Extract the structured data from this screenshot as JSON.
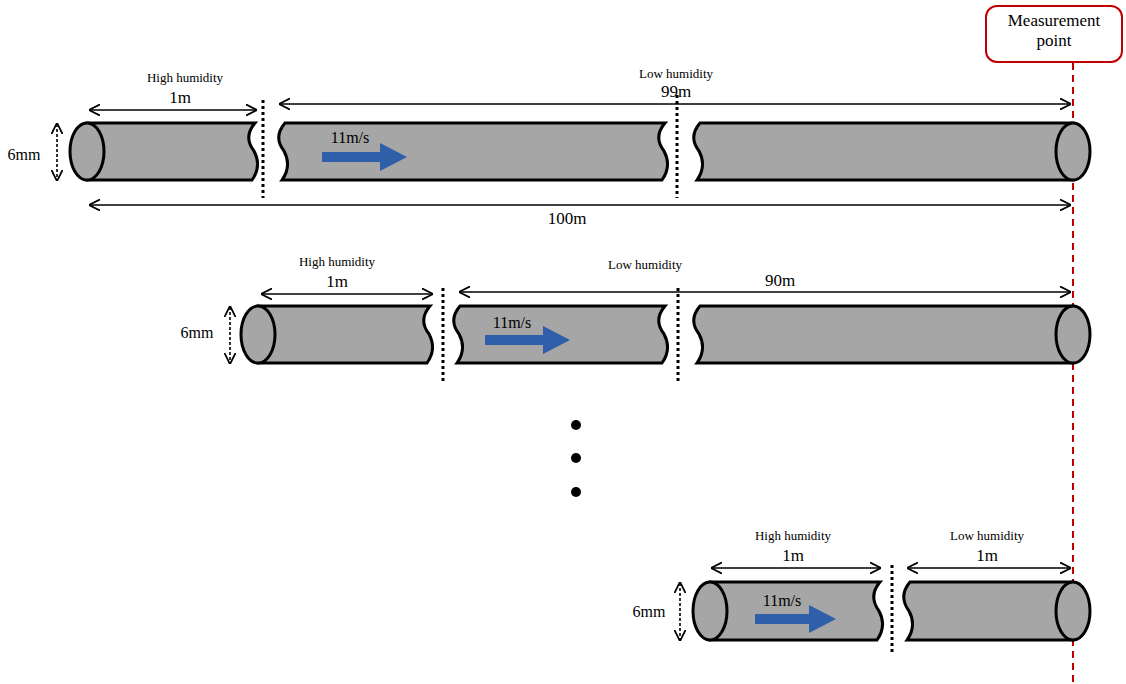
{
  "diagram": {
    "nodes": [
      {
        "text": [
          "Measurement point"
        ]
      }
    ],
    "labels": [
      "High humidity",
      "1m",
      "Low humidity",
      "99m",
      "6mm",
      "11m/s",
      "100m",
      "High humidity",
      "1m",
      "Low humidity",
      "90m",
      "6mm",
      "11m/s",
      "High humidity",
      "1m",
      "Low humidity",
      "1m",
      "6mm",
      "11m/s"
    ]
  }
}
